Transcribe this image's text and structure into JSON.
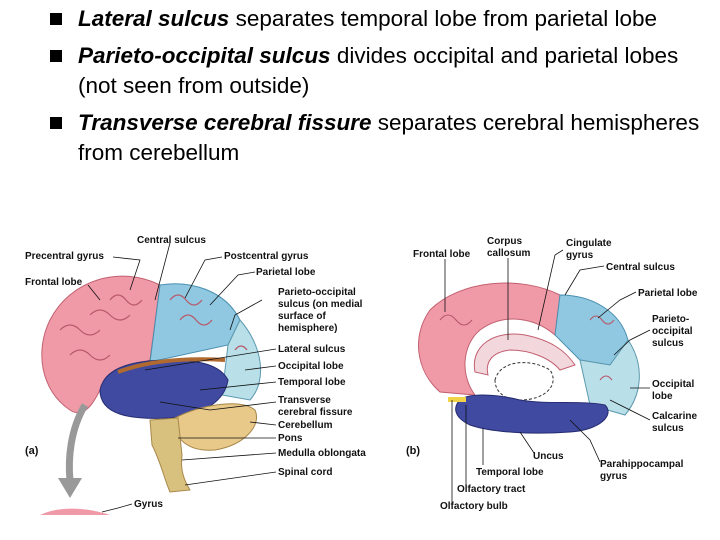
{
  "bullets": [
    {
      "term": "Lateral sulcus",
      "text": " separates temporal lobe from parietal lobe"
    },
    {
      "term": "Parieto-occipital sulcus",
      "text": " divides occipital and parietal lobes (not seen from outside)"
    },
    {
      "term": "Transverse cerebral fissure",
      "text": " separates cerebral hemispheres from cerebellum"
    }
  ],
  "figure_a": {
    "panel_label": "(a)",
    "labels": {
      "central_sulcus": "Central sulcus",
      "precentral_gyrus": "Precentral gyrus",
      "postcentral_gyrus": "Postcentral gyrus",
      "frontal_lobe": "Frontal lobe",
      "parietal_lobe": "Parietal lobe",
      "parieto_occipital_1": "Parieto-occipital",
      "parieto_occipital_2": "sulcus  (on medial",
      "parieto_occipital_3": "surface of",
      "parieto_occipital_4": "hemisphere)",
      "lateral_sulcus": "Lateral sulcus",
      "occipital_lobe": "Occipital lobe",
      "temporal_lobe": "Temporal lobe",
      "transverse_1": "Transverse",
      "transverse_2": "cerebral fissure",
      "cerebellum": "Cerebellum",
      "pons": "Pons",
      "medulla": "Medulla oblongata",
      "spinal_cord": "Spinal cord",
      "gyrus": "Gyrus"
    }
  },
  "figure_b": {
    "panel_label": "(b)",
    "labels": {
      "frontal_lobe": "Frontal lobe",
      "corpus_1": "Corpus",
      "corpus_2": "callosum",
      "cingulate_1": "Cingulate",
      "cingulate_2": "gyrus",
      "central_sulcus": "Central sulcus",
      "parietal_lobe": "Parietal lobe",
      "parieto_1": "Parieto-",
      "parieto_2": "occipital",
      "parieto_3": "sulcus",
      "occipital_1": "Occipital",
      "occipital_2": "lobe",
      "calcarine_1": "Calcarine",
      "calcarine_2": "sulcus",
      "parahippo_1": "Parahippocampal",
      "parahippo_2": "gyrus",
      "uncus": "Uncus",
      "temporal_lobe": "Temporal lobe",
      "olfactory_tract": "Olfactory tract",
      "olfactory_bulb": "Olfactory bulb"
    }
  },
  "colors": {
    "frontal": "#f09aa8",
    "parietal": "#8fc8e0",
    "occipital": "#b9dfe9",
    "temporal": "#3f4aa0",
    "cerebellum": "#e8c98a",
    "stem": "#d8c07e",
    "callosum": "#f2d7dc"
  }
}
